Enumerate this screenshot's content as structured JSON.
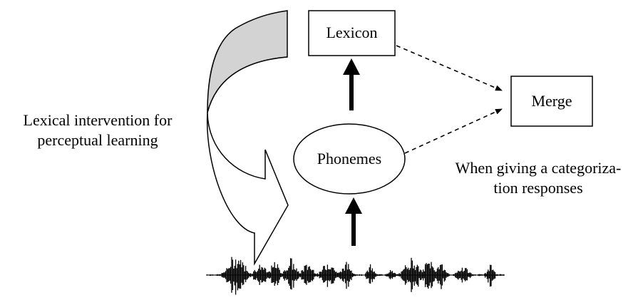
{
  "nodes": {
    "lexicon": "Lexicon",
    "merge": "Merge",
    "phonemes": "Phonemes"
  },
  "annotations": {
    "lexical_intervention_line1": "Lexical intervention for",
    "lexical_intervention_line2": "perceptual learning",
    "categorization_line1": "When giving a categoriza-",
    "categorization_line2": "tion responses"
  },
  "colors": {
    "stroke": "#000000",
    "shaded_fill": "#d3d3d3",
    "background": "#ffffff"
  }
}
